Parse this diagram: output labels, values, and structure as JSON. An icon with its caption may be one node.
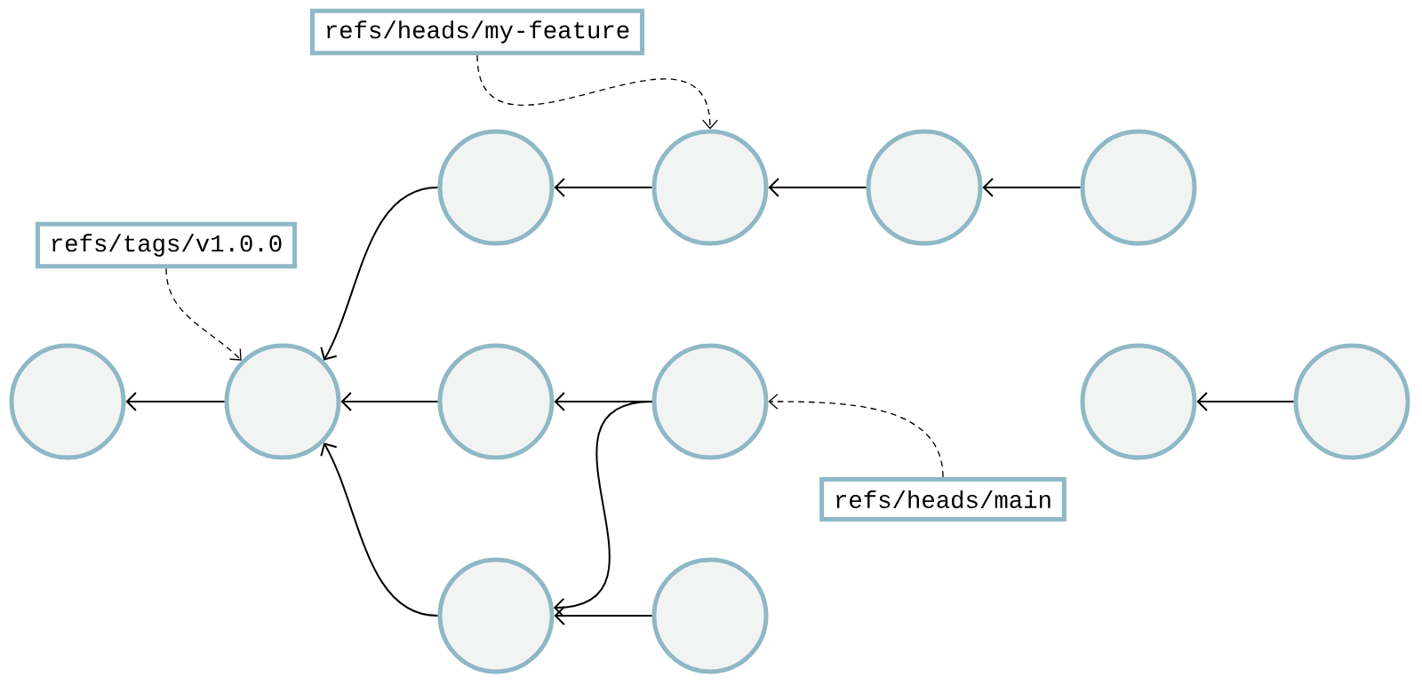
{
  "diagram": {
    "nodes": [
      {
        "text": [
          "refs/heads/my-feature"
        ]
      },
      {
        "text": [],
        "shape": "circle"
      },
      {
        "text": [],
        "shape": "circle"
      },
      {
        "text": [],
        "shape": "circle"
      },
      {
        "text": [],
        "shape": "circle"
      },
      {
        "text": [
          "refs/tags/v1.0.0"
        ]
      },
      {
        "text": [],
        "shape": "circle"
      },
      {
        "text": [],
        "shape": "circle"
      },
      {
        "text": [],
        "shape": "circle"
      },
      {
        "text": [],
        "shape": "circle"
      },
      {
        "text": [],
        "shape": "circle"
      },
      {
        "text": [],
        "shape": "circle"
      },
      {
        "text": [
          "refs/heads/main"
        ]
      },
      {
        "text": [],
        "shape": "circle"
      },
      {
        "text": [],
        "shape": "circle"
      }
    ],
    "edges": [
      {
        "from": 2,
        "to": 1,
        "arrow": "to"
      },
      {
        "from": 3,
        "to": 2,
        "arrow": "to"
      },
      {
        "from": 4,
        "to": 3,
        "arrow": "to"
      },
      {
        "from": 1,
        "to": 7,
        "arrow": "to"
      },
      {
        "from": 7,
        "to": 6,
        "arrow": "to"
      },
      {
        "from": 8,
        "to": 7,
        "arrow": "to"
      },
      {
        "from": 9,
        "to": 8,
        "arrow": "to"
      },
      {
        "from": 9,
        "to": 13,
        "arrow": "to"
      },
      {
        "from": 14,
        "to": 13,
        "arrow": "to"
      },
      {
        "from": 13,
        "to": 7,
        "arrow": "to"
      },
      {
        "from": 11,
        "to": 10,
        "arrow": "to"
      },
      {
        "from": 0,
        "to": 2,
        "arrow": "to",
        "style": "dashed"
      },
      {
        "from": 5,
        "to": 7,
        "arrow": "to",
        "style": "dashed"
      },
      {
        "from": 12,
        "to": 9,
        "arrow": "to",
        "style": "dashed"
      }
    ]
  }
}
